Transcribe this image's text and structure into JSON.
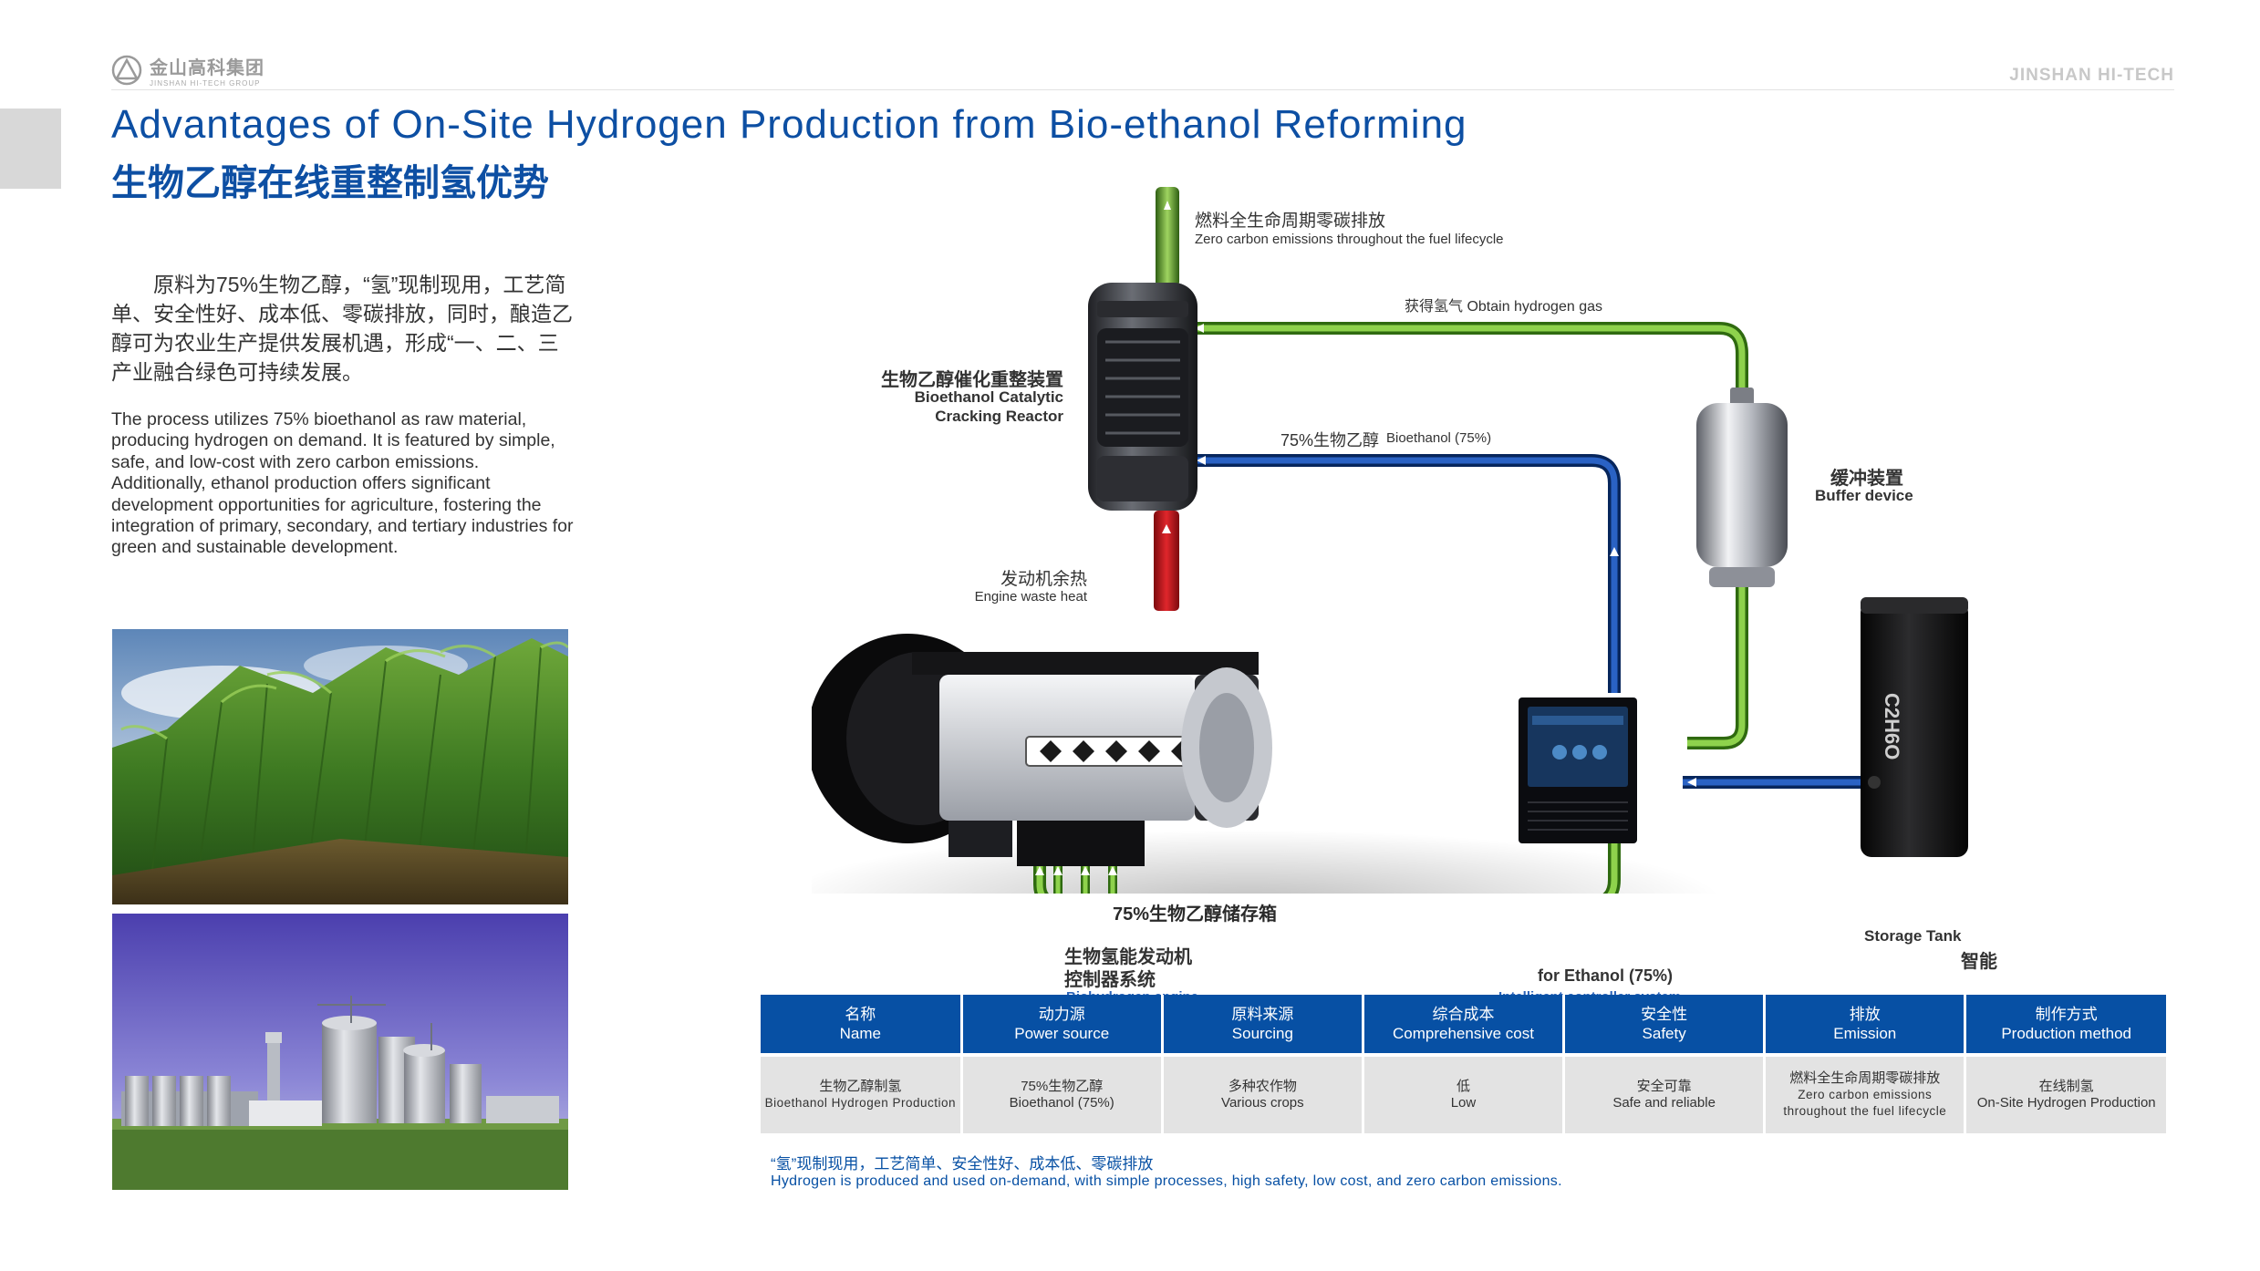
{
  "header": {
    "logo_cn": "金山高科集团",
    "logo_en": "JINSHAN HI-TECH GROUP",
    "brand": "JINSHAN HI-TECH"
  },
  "title": {
    "en": "Advantages of On-Site Hydrogen Production from Bio-ethanol Reforming",
    "cn": "生物乙醇在线重整制氢优势"
  },
  "intro": {
    "cn": "原料为75%生物乙醇，“氢”现制现用，工艺简单、安全性好、成本低、零碳排放，同时，酿造乙醇可为农业生产提供发展机遇，形成“一、二、三产业融合绿色可持续发展。",
    "en": "The process utilizes 75% bioethanol as raw material, producing hydrogen on demand. It is featured by simple, safe, and low-cost with zero carbon emissions. Additionally, ethanol production offers significant development opportunities for agriculture, fostering the integration of primary, secondary, and tertiary industries for green and sustainable development."
  },
  "diagram": {
    "zero_cn": "燃料全生命周期零碳排放",
    "zero_en": "Zero carbon emissions throughout the fuel lifecycle",
    "obtain": "获得氢气 Obtain hydrogen gas",
    "reactor_cn": "生物乙醇催化重整装置",
    "reactor_en1": "Bioethanol Catalytic",
    "reactor_en2": "Cracking Reactor",
    "ethanol_cn": "75%生物乙醇",
    "ethanol_en": "Bioethanol (75%)",
    "buffer_cn": "缓冲装置",
    "buffer_en": "Buffer device",
    "heat_cn": "发动机余热",
    "heat_en": "Engine waste heat",
    "tank_text": "C2H6O",
    "storage_cn": "75%生物乙醇储存箱",
    "engine_cn1": "生物氢能发动机",
    "engine_cn2": "控制器系统",
    "engine_en": "Biohydrogen engine",
    "storage_en": "Storage Tank",
    "smart_cn": "智能",
    "for_ethanol": "for Ethanol (75%)",
    "controller_en": "Intelligent controller system"
  },
  "table": {
    "headers": [
      {
        "cn": "名称",
        "en": "Name"
      },
      {
        "cn": "动力源",
        "en": "Power source"
      },
      {
        "cn": "原料来源",
        "en": "Sourcing"
      },
      {
        "cn": "综合成本",
        "en": "Comprehensive cost"
      },
      {
        "cn": "安全性",
        "en": "Safety"
      },
      {
        "cn": "排放",
        "en": "Emission"
      },
      {
        "cn": "制作方式",
        "en": "Production method"
      }
    ],
    "row": [
      {
        "cn": "生物乙醇制氢",
        "en": "Bioethanol Hydrogen Production"
      },
      {
        "cn": "75%生物乙醇",
        "en": "Bioethanol (75%)"
      },
      {
        "cn": "多种农作物",
        "en": "Various crops"
      },
      {
        "cn": "低",
        "en": "Low"
      },
      {
        "cn": "安全可靠",
        "en": "Safe and reliable"
      },
      {
        "cn": "燃料全生命周期零碳排放",
        "en": "Zero carbon emissions throughout the fuel lifecycle"
      },
      {
        "cn": "在线制氢",
        "en": "On-Site Hydrogen Production"
      }
    ]
  },
  "footer": {
    "cn": "“氢”现制现用，工艺简单、安全性好、成本低、零碳排放",
    "en": "Hydrogen is produced and used on-demand, with simple processes, high safety, low cost, and zero carbon emissions."
  },
  "colors": {
    "primary_blue": "#0750a4",
    "title_blue": "#0d4fa3",
    "pipe_green": "#6fbf2e",
    "pipe_blue": "#0b3d8c",
    "heat_red": "#c8161b"
  }
}
